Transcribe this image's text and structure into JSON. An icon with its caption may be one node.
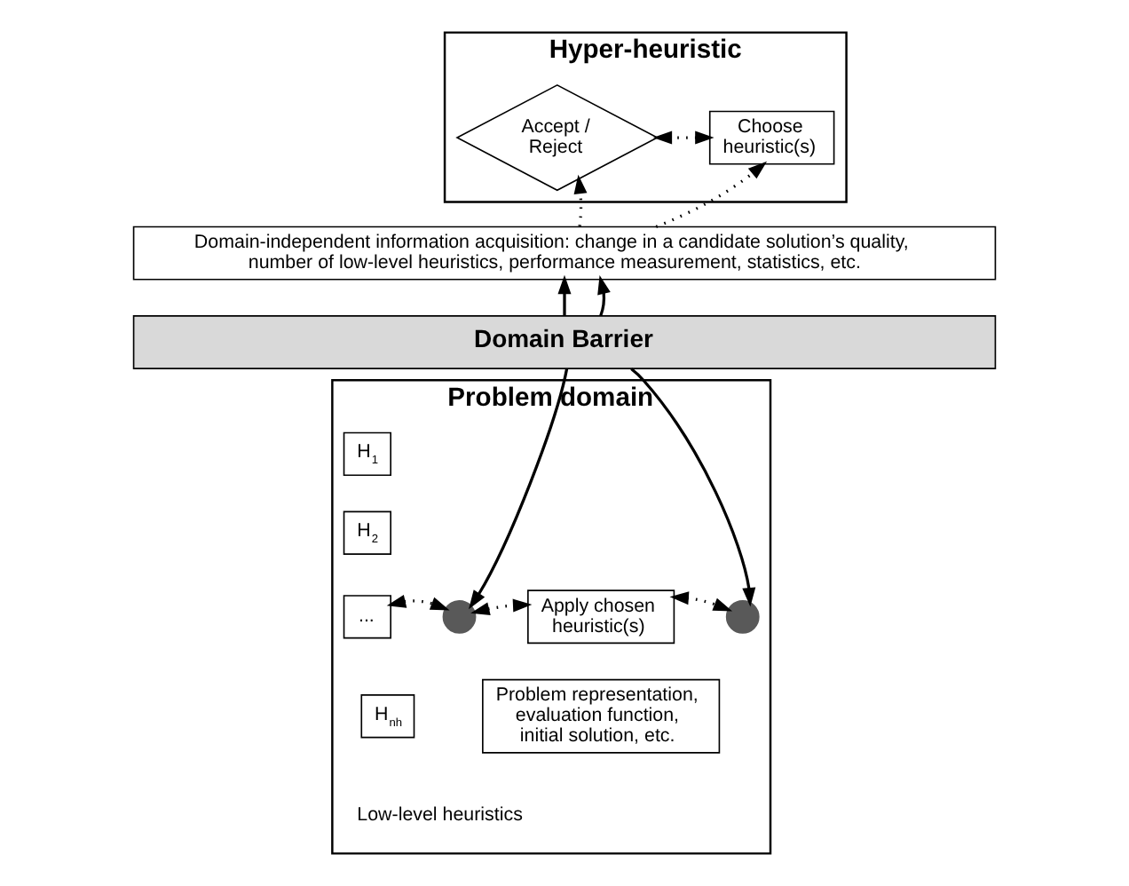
{
  "diagram": {
    "nodes": [
      {
        "text": [
          "Hyper-heuristic"
        ]
      },
      {
        "text": [
          "Choose heuristic(s)"
        ],
        "in": 0
      },
      {
        "text": [
          "Accept / Reject"
        ],
        "in": 0
      },
      {
        "text": [
          "Domain-independent information acquisition: change in a candidate solution’s quality, number of low-level heuristics, performance measurement, statistics, etc."
        ]
      },
      {
        "text": [
          "Domain Barrier"
        ]
      },
      {
        "text": [
          "Problem domain"
        ]
      },
      {
        "text": [
          "H$_{1}$"
        ],
        "in": 5
      },
      {
        "text": [
          "H$_{2}$"
        ],
        "in": 5
      },
      {
        "text": [
          "..."
        ],
        "in": 5
      },
      {
        "text": [
          "H$_{nh}$"
        ],
        "in": 5
      },
      {
        "text": [],
        "shape": "circle",
        "in": 5
      },
      {
        "text": [
          "Apply chosen heuristic(s)"
        ],
        "in": 5
      },
      {
        "text": [],
        "shape": "circle",
        "in": 5
      },
      {
        "text": [
          "Problem representation, evaluation function, initial solution, etc."
        ],
        "in": 5
      }
    ],
    "edges": [
      {
        "from": 1,
        "to": 2,
        "arrow": "both",
        "style": "dashed"
      },
      {
        "from": 3,
        "to": 1,
        "arrow": "to",
        "style": "dashed"
      },
      {
        "from": 3,
        "to": 2,
        "arrow": "to",
        "style": "dashed"
      },
      {
        "from": 4,
        "to": 3,
        "arrow": "to"
      },
      {
        "from": 4,
        "to": 3,
        "arrow": "to"
      },
      {
        "from": 4,
        "to": 10,
        "arrow": "to"
      },
      {
        "from": 4,
        "to": 12,
        "arrow": "to"
      },
      {
        "from": 8,
        "to": 10,
        "arrow": "both",
        "style": "dashed"
      },
      {
        "from": 10,
        "to": 11,
        "arrow": "both",
        "style": "dashed"
      },
      {
        "from": 11,
        "to": 12,
        "arrow": "both",
        "style": "dashed"
      }
    ],
    "labels": [
      "Low-level heuristics"
    ]
  }
}
